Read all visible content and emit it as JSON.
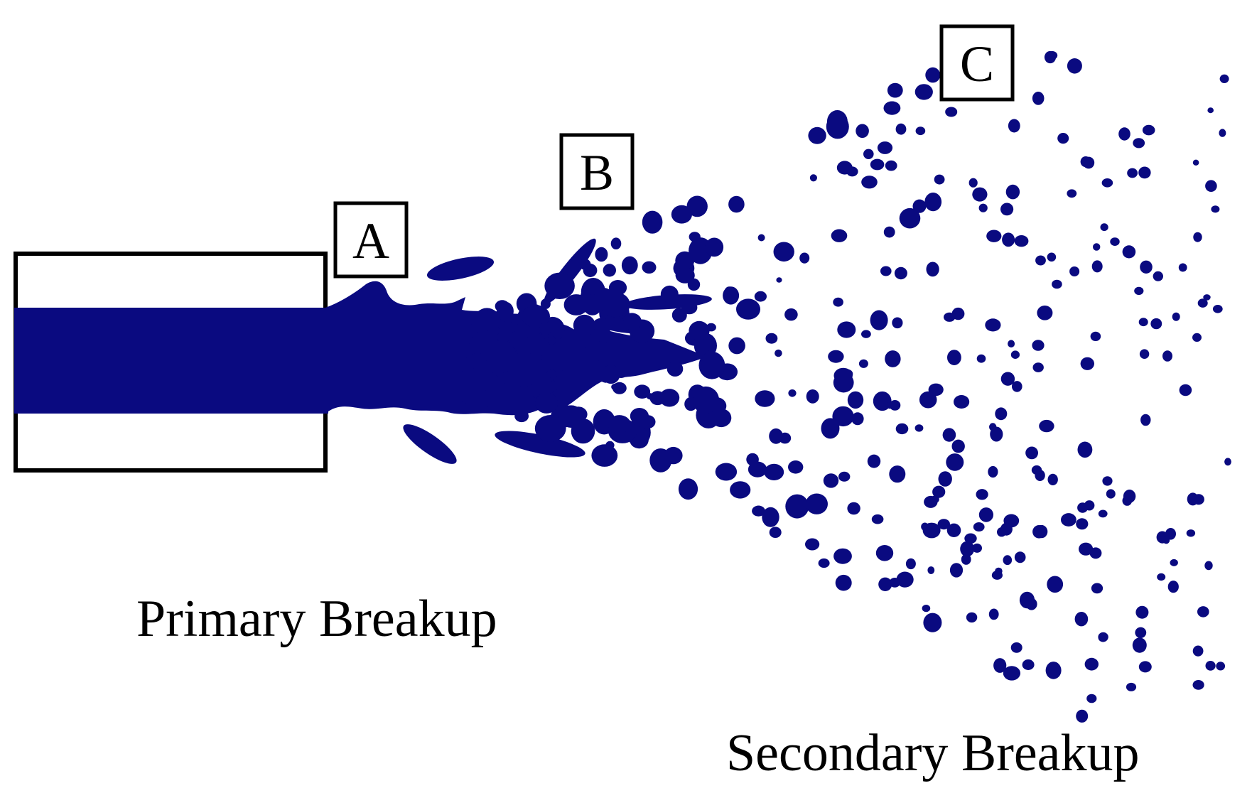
{
  "diagram": {
    "colors": {
      "liquid": "#0a0a80",
      "outline": "#000000",
      "background": "#ffffff"
    },
    "markers": [
      {
        "id": "A",
        "text": "A"
      },
      {
        "id": "B",
        "text": "B"
      },
      {
        "id": "C",
        "text": "C"
      }
    ],
    "labels": {
      "primary": "Primary Breakup",
      "secondary": "Secondary Breakup"
    }
  }
}
